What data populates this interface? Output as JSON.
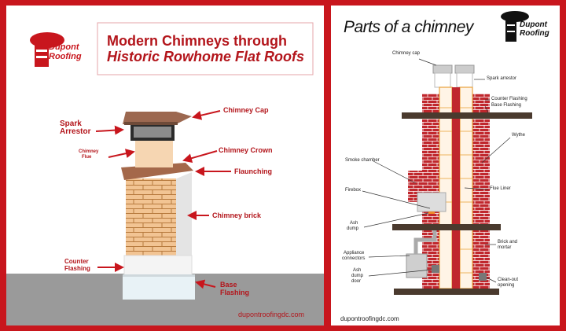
{
  "left": {
    "logo": {
      "line1": "Dupont",
      "line2": "Roofing"
    },
    "title_line1": "Modern Chimneys through",
    "title_line2": "Historic Rowhome Flat Roofs",
    "labels": {
      "chimney_cap": "Chimney Cap",
      "spark_arrestor_1": "Spark",
      "spark_arrestor_2": "Arrestor",
      "chimney_flue_1": "Chimney",
      "chimney_flue_2": "Flue",
      "chimney_crown": "Chimney Crown",
      "flaunching": "Flaunching",
      "chimney_brick": "Chimney brick",
      "counter_flashing_1": "Counter",
      "counter_flashing_2": "Flashing",
      "base_flashing_1": "Base",
      "base_flashing_2": "Flashing"
    },
    "footer": "dupontroofingdc.com"
  },
  "right": {
    "title": "Parts of a chimney",
    "logo": {
      "line1": "Dupont",
      "line2": "Roofing"
    },
    "labels": {
      "chimney_cap": "Chimney cap",
      "spark_arrestor": "Spark arrestor",
      "counter_flashing": "Counter Flashing",
      "base_flashing": "Base Flashing",
      "wythe": "Wythe",
      "smoke_chamber": "Smoke chamber",
      "firebox": "Firebox",
      "flue_liner": "Flue Liner",
      "ash_dump_1": "Ash",
      "ash_dump_2": "dump",
      "appliance_connectors_1": "Appliance",
      "appliance_connectors_2": "connectors",
      "brick_mortar_1": "Brick and",
      "brick_mortar_2": "mortar",
      "ash_dump_door_1": "Ash",
      "ash_dump_door_2": "dump",
      "ash_dump_door_3": "door",
      "clean_out_1": "Clean-out",
      "clean_out_2": "opening"
    },
    "footer": "dupontroofingdc.com"
  },
  "colors": {
    "brand_red": "#c8161d",
    "label_red": "#b3151b",
    "brick": "#f2c493",
    "brick_red": "#c0272d",
    "slab": "#4a3a2e",
    "roof_gray": "#9a9a9a"
  }
}
